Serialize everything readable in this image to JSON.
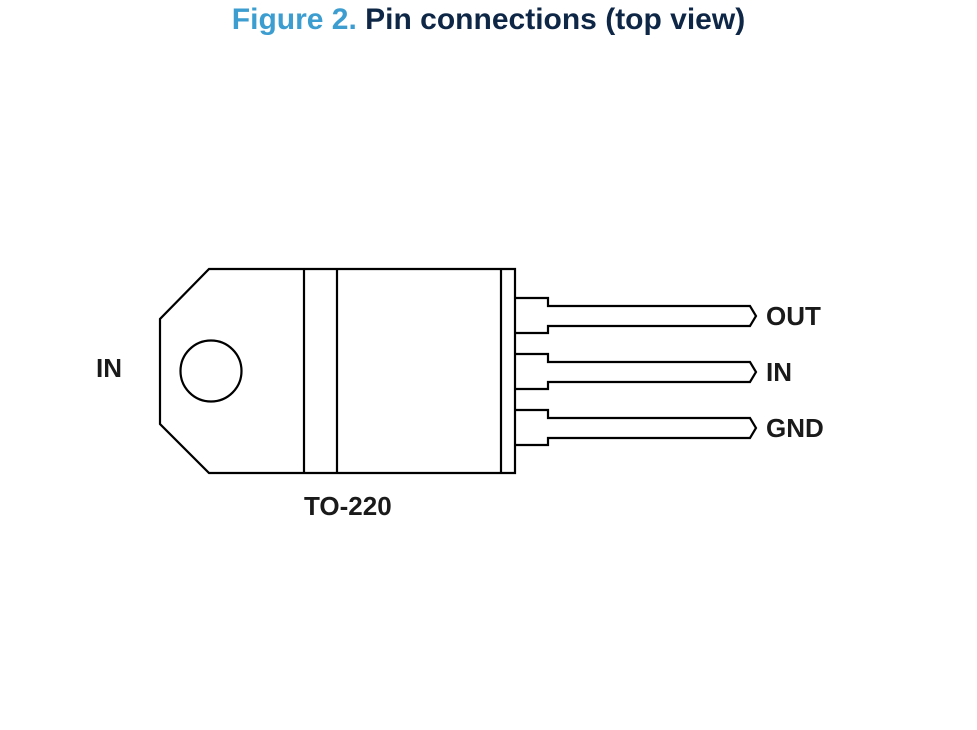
{
  "figure": {
    "number": "Figure 2.",
    "title": "Pin connections (top view)"
  },
  "package": {
    "name": "TO-220",
    "tab_label": "IN"
  },
  "pins": [
    {
      "label": "OUT"
    },
    {
      "label": "IN"
    },
    {
      "label": "GND"
    }
  ],
  "colors": {
    "figure_number": "#3c9dd0",
    "title": "#0f2747",
    "outline": "#000000",
    "label": "#1a1a1a"
  }
}
